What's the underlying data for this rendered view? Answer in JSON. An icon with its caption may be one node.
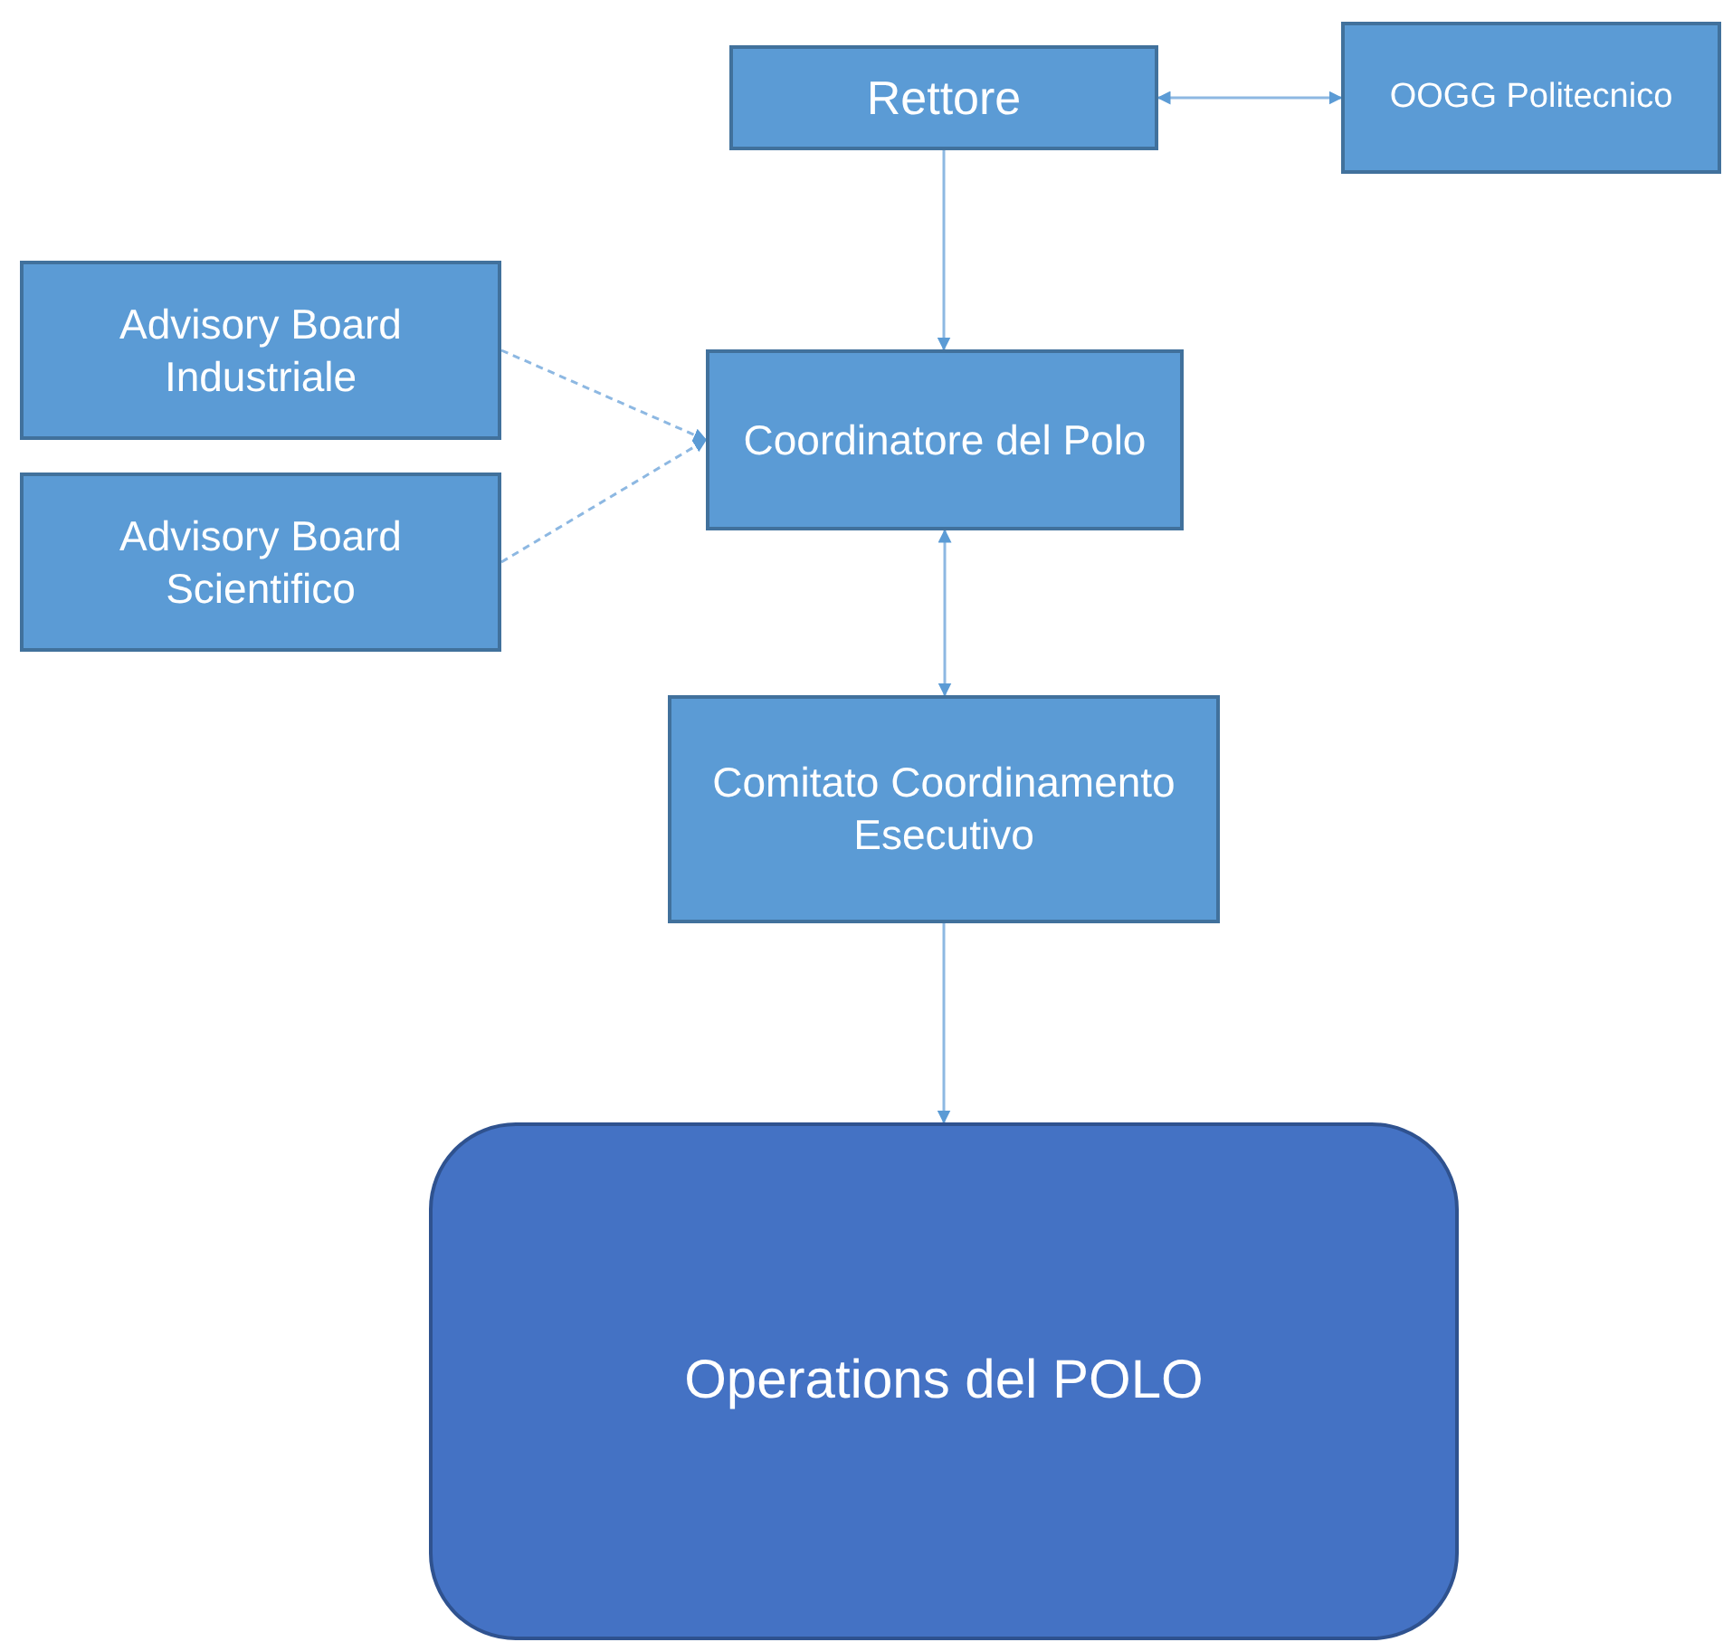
{
  "diagram": {
    "nodes": [
      {
        "text": [
          "Rettore"
        ]
      },
      {
        "text": [
          "OOGG Politecnico"
        ]
      },
      {
        "text": [
          "Advisory Board Industriale"
        ]
      },
      {
        "text": [
          "Advisory Board Scientifico"
        ]
      },
      {
        "text": [
          "Coordinatore del Polo"
        ]
      },
      {
        "text": [
          "Comitato Coordinamento Esecutivo"
        ]
      },
      {
        "text": [
          "Operations del POLO"
        ]
      }
    ],
    "edges": [
      {
        "from": 0,
        "to": 1,
        "arrow": "both"
      },
      {
        "from": 0,
        "to": 4,
        "arrow": "to"
      },
      {
        "from": 2,
        "to": 4,
        "arrow": "to",
        "style": "dashed"
      },
      {
        "from": 3,
        "to": 4,
        "arrow": "to",
        "style": "dashed"
      },
      {
        "from": 4,
        "to": 5,
        "arrow": "both"
      },
      {
        "from": 5,
        "to": 6,
        "arrow": "to"
      }
    ]
  }
}
